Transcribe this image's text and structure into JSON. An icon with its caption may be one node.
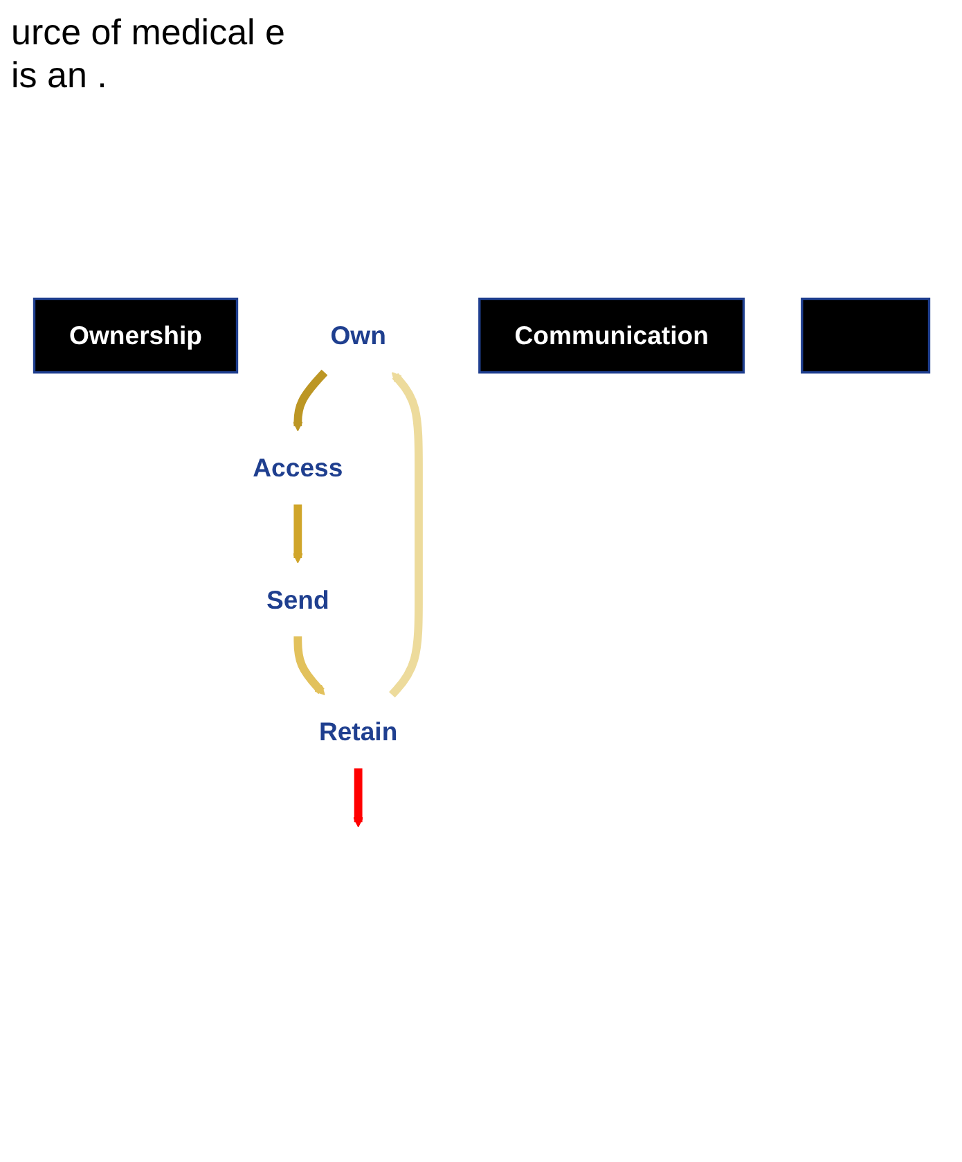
{
  "diagram": {
    "nodes": [
      {
        "text": [
          "Ownership"
        ]
      },
      {
        "text": [
          "Own"
        ]
      },
      {
        "text": [
          "Access"
        ]
      },
      {
        "text": [
          "Send"
        ]
      },
      {
        "text": [
          "Retain"
        ]
      },
      {
        "text": [
          "Communication"
        ]
      },
      {
        "text": [],
        "shape": "box"
      }
    ],
    "edges": [
      {
        "from": 4,
        "to": 1,
        "arrow": "to",
        "color": "#eddb9c"
      },
      {
        "from": 1,
        "to": 2,
        "arrow": "to",
        "color": "#bc9624"
      },
      {
        "from": 2,
        "to": 3,
        "arrow": "to",
        "color": "#d0a52a"
      },
      {
        "from": 3,
        "to": 4,
        "arrow": "to",
        "color": "#e2c15c"
      },
      {
        "from": 4,
        "to": null,
        "arrow": "to",
        "color": "#ff0000"
      }
    ],
    "labels": [
      "urce of medical e is an ."
    ]
  }
}
